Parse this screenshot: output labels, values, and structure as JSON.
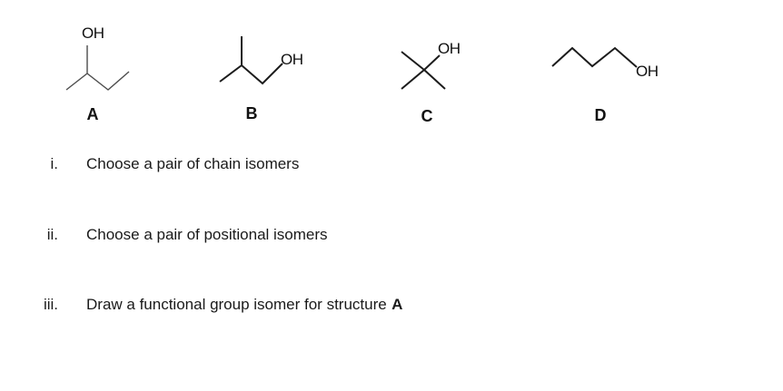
{
  "colors": {
    "background": "#ffffff",
    "bond_gray": "#4d4d4d",
    "bond_black": "#1c1c1c",
    "text": "#1a1a1a"
  },
  "structures": [
    {
      "label": "A",
      "oh": "OH",
      "depicts": "butan-2-ol skeletal formula"
    },
    {
      "label": "B",
      "oh": "OH",
      "depicts": "2-methylpropan-1-ol skeletal formula"
    },
    {
      "label": "C",
      "oh": "OH",
      "depicts": "2-methylpropan-2-ol skeletal formula"
    },
    {
      "label": "D",
      "oh": "OH",
      "depicts": "butan-1-ol skeletal formula"
    }
  ],
  "questions": [
    {
      "numeral": "i.",
      "text": "Choose a pair of chain isomers"
    },
    {
      "numeral": "ii.",
      "text": "Choose a pair of positional isomers"
    },
    {
      "numeral": "iii.",
      "text": "Draw a functional group isomer for structure",
      "bold_suffix": "A"
    }
  ]
}
